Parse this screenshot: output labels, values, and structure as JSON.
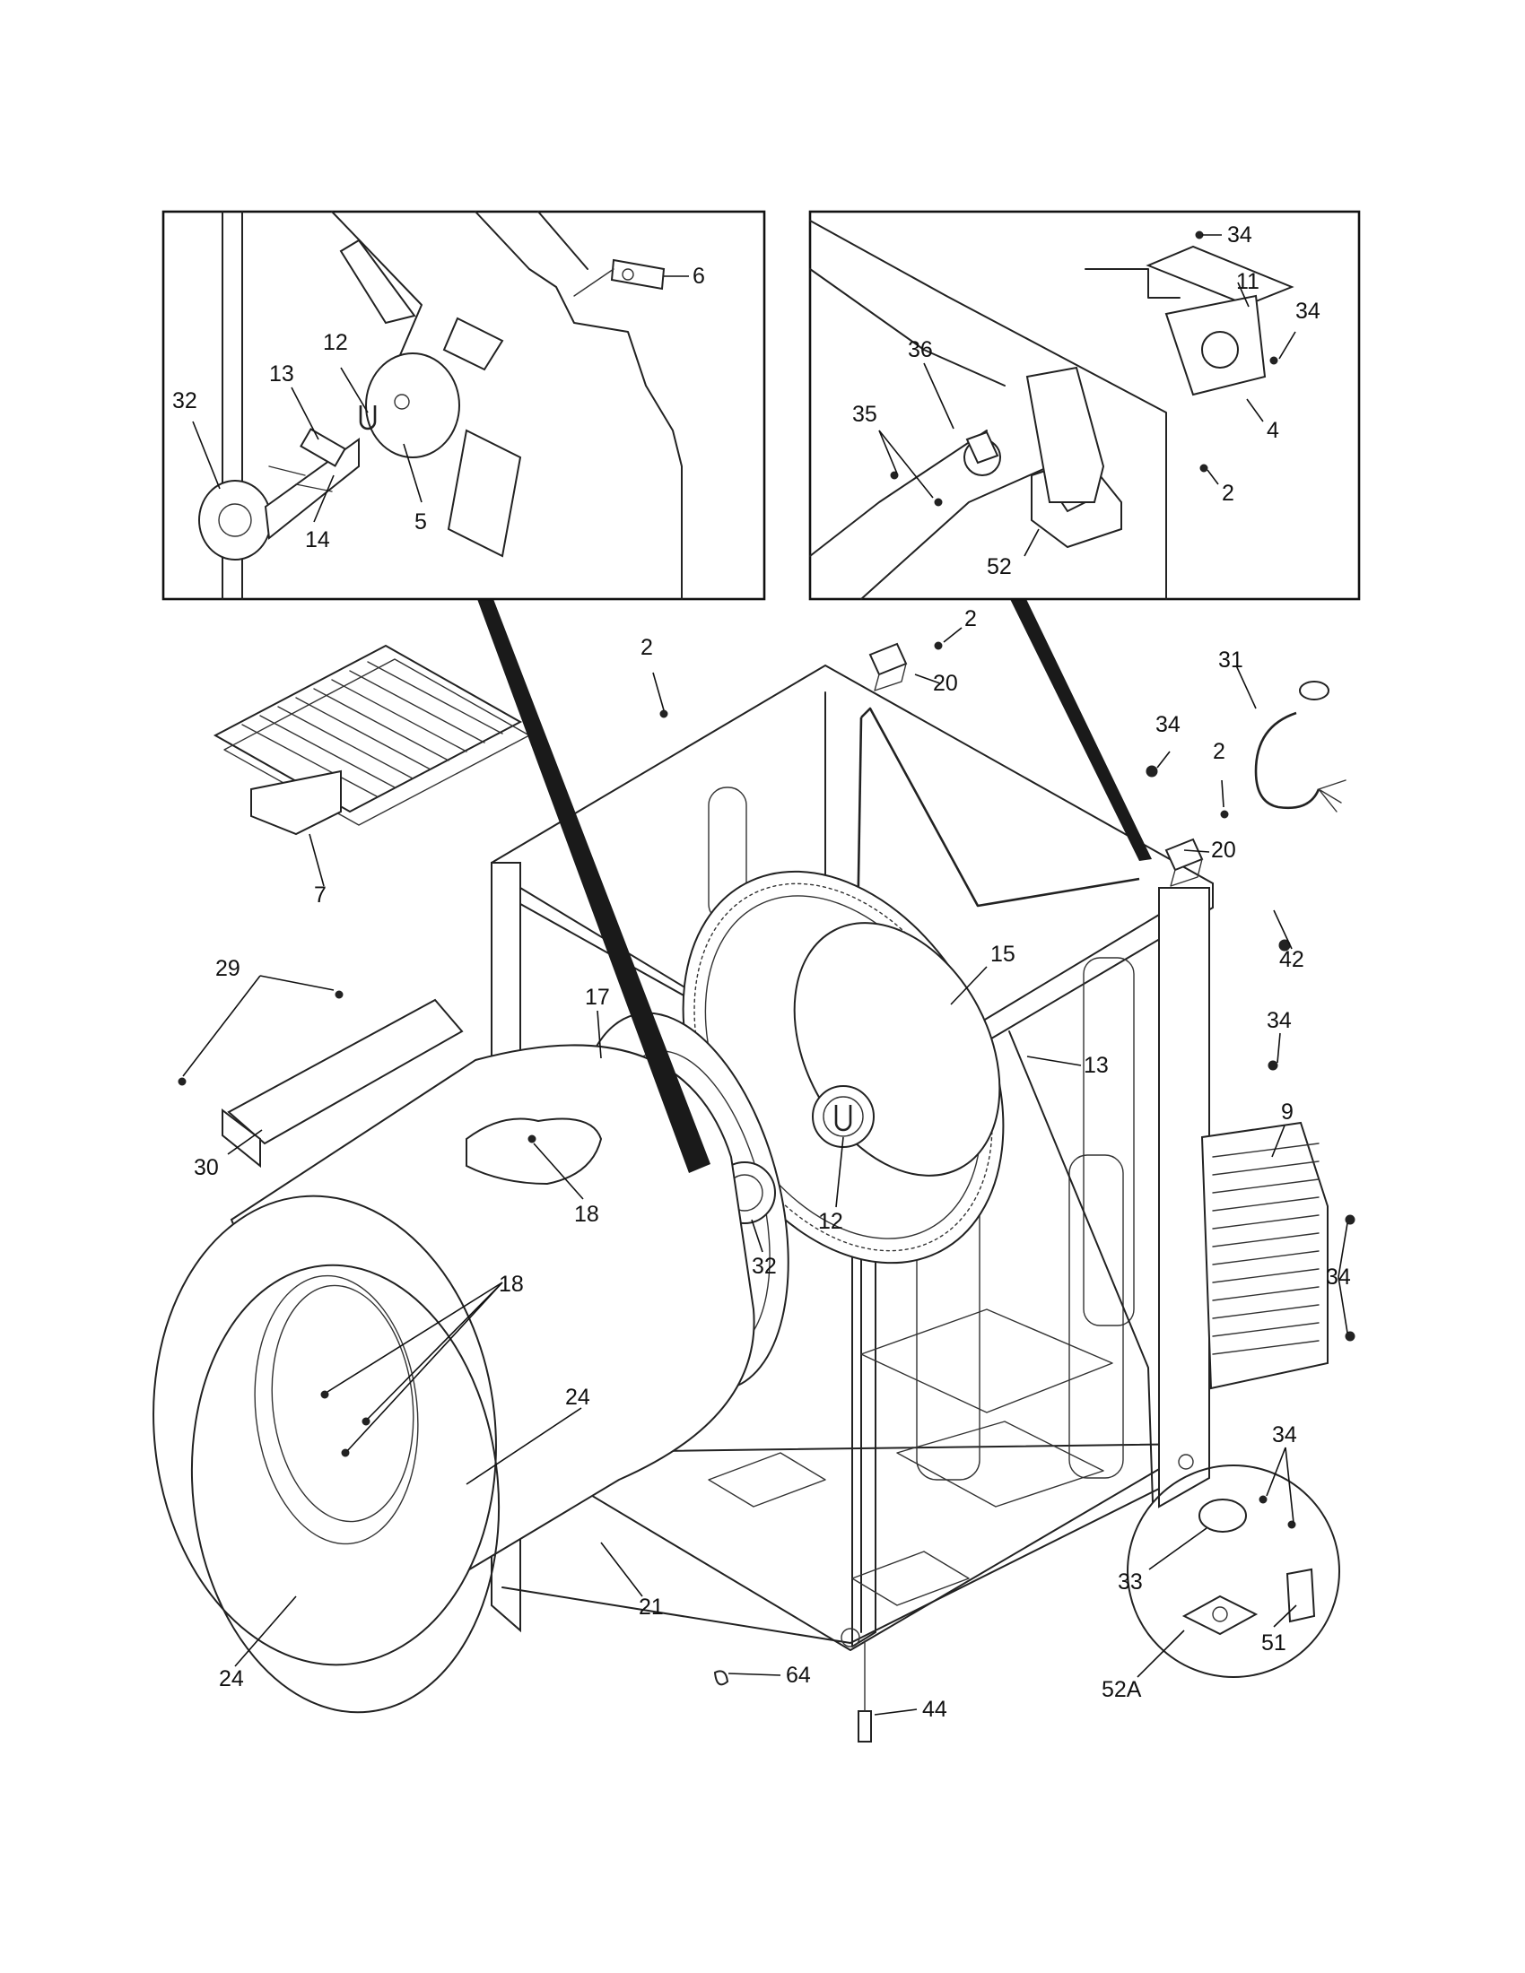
{
  "diagram": {
    "inset_left": {
      "callouts": [
        "6",
        "12",
        "13",
        "32",
        "14",
        "5"
      ]
    },
    "inset_right": {
      "callouts": [
        "34",
        "11",
        "34",
        "36",
        "35",
        "4",
        "2",
        "52"
      ]
    },
    "main": {
      "callouts": [
        "2",
        "2",
        "20",
        "31",
        "34",
        "2",
        "20",
        "7",
        "15",
        "42",
        "29",
        "17",
        "34",
        "13",
        "9",
        "30",
        "18",
        "12",
        "32",
        "34",
        "18",
        "24",
        "34",
        "33",
        "51",
        "21",
        "24",
        "64",
        "44",
        "52A"
      ]
    }
  },
  "colors": {
    "line": "#222222",
    "background": "#ffffff"
  }
}
